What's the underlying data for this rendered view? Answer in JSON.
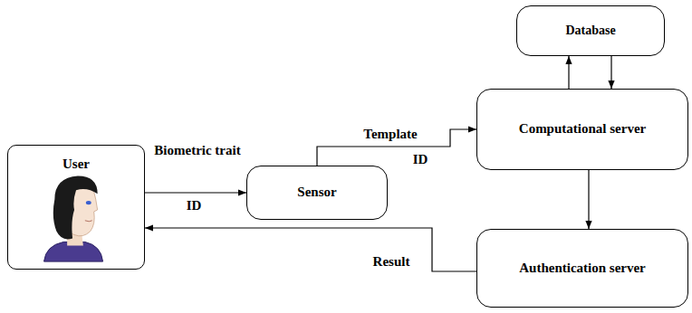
{
  "diagram": {
    "nodes": [
      {
        "text": [
          "User"
        ]
      },
      {
        "text": [
          "Sensor"
        ]
      },
      {
        "text": [
          "Database"
        ]
      },
      {
        "text": [
          "Computational server"
        ]
      },
      {
        "text": [
          "Authentication server"
        ]
      }
    ],
    "edges": [
      {
        "from": 0,
        "to": 1,
        "arrow": "to",
        "label": "Biometric trait"
      },
      {
        "from": 1,
        "to": 3,
        "arrow": "to",
        "label": "Template"
      },
      {
        "from": 3,
        "to": 2,
        "arrow": "to"
      },
      {
        "from": 2,
        "to": 3,
        "arrow": "to"
      },
      {
        "from": 3,
        "to": 4,
        "arrow": "to"
      },
      {
        "from": 4,
        "to": 0,
        "arrow": "to",
        "label": "Result"
      }
    ],
    "labels": [
      "ID",
      "ID"
    ]
  }
}
